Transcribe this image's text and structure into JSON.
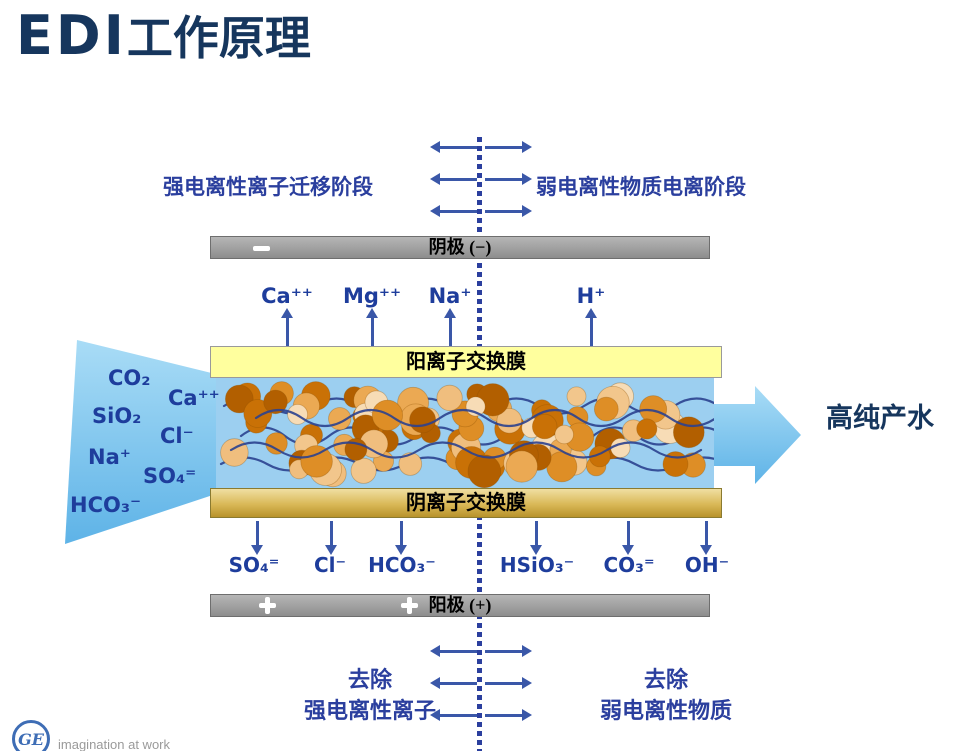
{
  "title": {
    "logo_text": "EDI",
    "text": "工作原理"
  },
  "top_stage_left": "强电离性离子迁移阶段",
  "top_stage_right": "弱电离性物质电离阶段",
  "cathode_label": "阴极 (−)",
  "anode_label": "阳极 (+)",
  "cation_membrane": "阳离子交换膜",
  "anion_membrane": "阴离子交换膜",
  "cations": [
    "Ca⁺⁺",
    "Mg⁺⁺",
    "Na⁺",
    "H⁺"
  ],
  "anions": [
    "SO₄⁼",
    "Cl⁻",
    "HCO₃⁻",
    "HSiO₃⁻",
    "CO₃⁼",
    "OH⁻"
  ],
  "feed_ions": [
    "CO₂",
    "Ca⁺⁺",
    "SiO₂",
    "Cl⁻",
    "Na⁺",
    "SO₄⁼",
    "HCO₃⁻"
  ],
  "product_label": "高纯产水",
  "bottom_left": {
    "line1": "去除",
    "line2": "强电离性离子"
  },
  "bottom_right": {
    "line1": "去除",
    "line2": "弱电离性物质"
  },
  "footer": {
    "logo": "GE",
    "tagline": "imagination at work"
  },
  "colors": {
    "accent_blue": "#2B3F9E",
    "dark_navy": "#16365D",
    "light_blue": "#8FC8EE",
    "membrane_yellow": "#FFFF9E",
    "membrane_tan": "#D9B857",
    "electrode_gray": "#9E9E9E",
    "resin_orange": "#DB8A22"
  }
}
